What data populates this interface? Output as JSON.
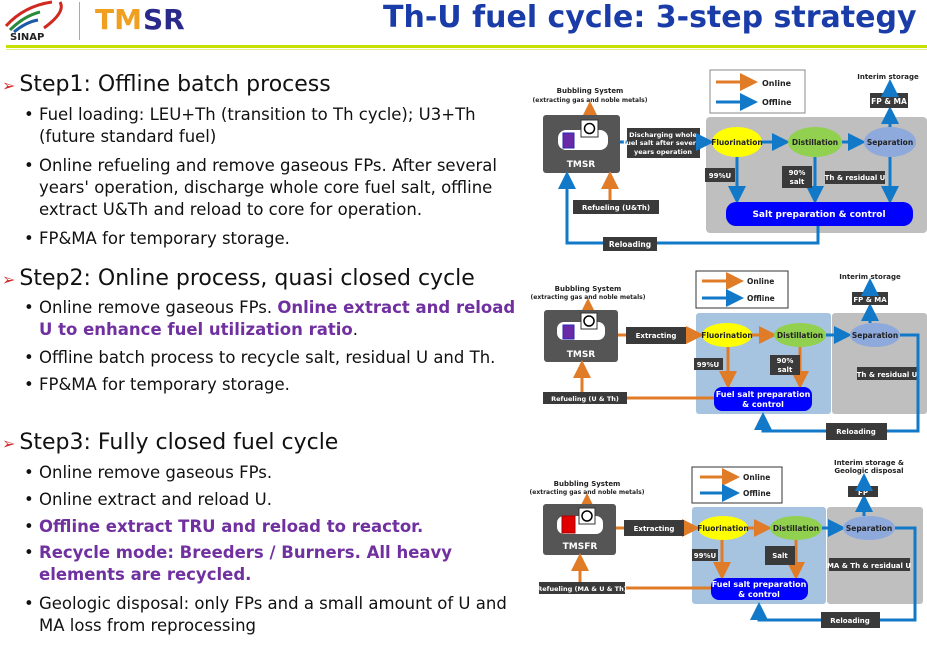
{
  "header": {
    "title": "Th-U fuel cycle: 3-step strategy",
    "logo_left": "SINAP",
    "logo_right": "TMSR",
    "accent": "#c8e000",
    "title_color": "#1a3ca8"
  },
  "steps": [
    {
      "heading": "Step1: Offline batch process",
      "bullets": [
        [
          {
            "t": "Fuel loading: LEU+Th (transition to Th cycle); U3+Th (future standard fuel)"
          }
        ],
        [
          {
            "t": "Online refueling and remove gaseous FPs. After several years' operation, discharge whole core fuel salt, offline extract U&Th and reload to core for operation."
          }
        ],
        [
          {
            "t": "FP&MA for temporary storage."
          }
        ]
      ]
    },
    {
      "heading": "Step2: Online process, quasi closed cycle",
      "bullets": [
        [
          {
            "t": "Online remove gaseous FPs. "
          },
          {
            "t": "Online extract and reload U to enhance fuel utilization ratio",
            "p": true
          },
          {
            "t": "."
          }
        ],
        [
          {
            "t": "Offline batch process to recycle salt, residual U and Th."
          }
        ],
        [
          {
            "t": "FP&MA for temporary storage."
          }
        ]
      ]
    },
    {
      "heading": "Step3: Fully closed fuel cycle",
      "bullets": [
        [
          {
            "t": "Online remove gaseous FPs."
          }
        ],
        [
          {
            "t": "Online extract and reload U."
          }
        ],
        [
          {
            "t": "Offline extract TRU and reload to reactor.",
            "p": true
          }
        ],
        [
          {
            "t": "Recycle mode: Breeders / Burners. All heavy elements are recycled.",
            "p": true
          }
        ],
        [
          {
            "t": "Geologic disposal: only FPs and a small amount of U and MA loss from reprocessing"
          }
        ]
      ]
    }
  ],
  "colors": {
    "online": "#e07b28",
    "offline": "#1278c8",
    "purple": "#7030a0"
  },
  "diagrams": [
    {
      "legend_online": "Online",
      "legend_offline": "Offline",
      "bubbling1": "Bubbling System",
      "bubbling2": "(extracting gas and noble metals)",
      "reactor": "TMSR",
      "transfer1": "Discharging whole",
      "transfer2": "fuel salt after several",
      "transfer3": "years operation",
      "fluorination": "Fluorination",
      "distillation": "Distillation",
      "separation": "Separation",
      "u_label": "99%U",
      "salt1": "90%",
      "salt2": "salt",
      "residual": "Th & residual U",
      "prep": "Salt preparation & control",
      "refueling": "Refueling (U&Th)",
      "reloading": "Reloading",
      "fp": "FP & MA",
      "storage": "Interim storage"
    },
    {
      "legend_online": "Online",
      "legend_offline": "Offline",
      "bubbling1": "Bubbling System",
      "bubbling2": "(extracting gas and noble metals)",
      "reactor": "TMSR",
      "transfer": "Extracting",
      "fluorination": "Fluorination",
      "distillation": "Distillation",
      "separation": "Separation",
      "u_label": "99%U",
      "salt1": "90%",
      "salt2": "salt",
      "residual": "Th & residual U",
      "prep1": "Fuel salt preparation",
      "prep2": "& control",
      "refueling": "Refueling (U & Th)",
      "reloading": "Reloading",
      "fp": "FP & MA",
      "storage": "Interim storage"
    },
    {
      "legend_online": "Online",
      "legend_offline": "Offline",
      "bubbling1": "Bubbling System",
      "bubbling2": "(extracting gas and noble metals)",
      "reactor": "TMSFR",
      "transfer": "Extracting",
      "fluorination": "Fluorination",
      "distillation": "Distillation",
      "separation": "Separation",
      "u_label": "99%U",
      "salt": "Salt",
      "residual": "MA & Th & residual U",
      "prep1": "Fuel salt preparation",
      "prep2": "& control",
      "refueling": "Refueling (MA & U & Th)",
      "reloading": "Reloading",
      "fp": "FP",
      "storage1": "Interim storage &",
      "storage2": "Geologic disposal"
    }
  ]
}
